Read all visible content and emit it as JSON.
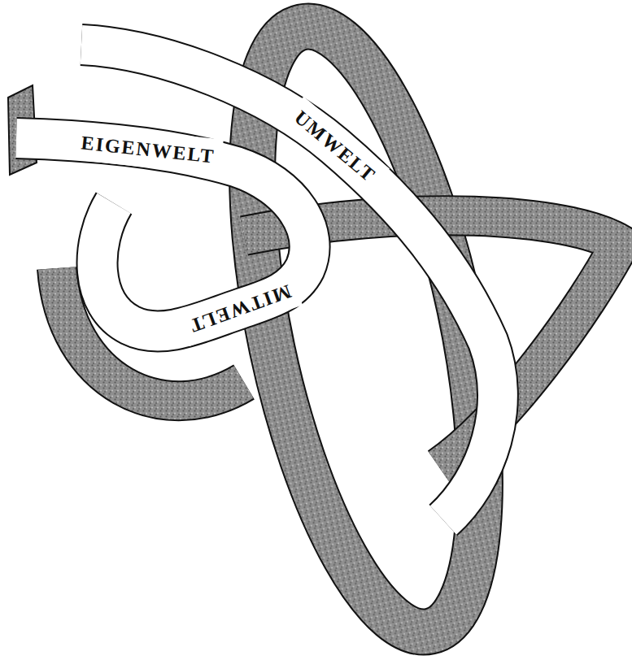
{
  "diagram": {
    "nodes": [
      {
        "text": [
          "UMWELT"
        ]
      },
      {
        "text": [
          "EIGENWELT"
        ]
      },
      {
        "text": [
          "MITWELT"
        ]
      }
    ]
  }
}
